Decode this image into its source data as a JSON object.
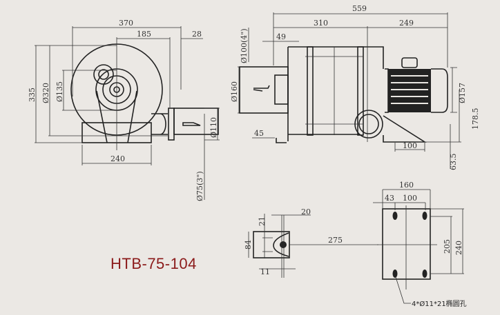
{
  "model_title": "HTB-75-104",
  "front_view": {
    "width_overall": "370",
    "half_width": "185",
    "outlet_offset": "28",
    "height_overall": "335",
    "housing_diameter": "Ø320",
    "inlet_diameter": "Ø135",
    "outlet_diameter": "Ø110",
    "base_width": "240",
    "outlet_pipe": "Ø75(3\")"
  },
  "side_view": {
    "length_overall": "559",
    "body_length": "310",
    "motor_length": "249",
    "inlet_flange": "49",
    "inlet_pipe": "Ø100(4\")",
    "inlet_diameter": "Ø160",
    "foot_offset": "45",
    "foot_width": "100",
    "motor_diameter": "Ø157",
    "center_height": "178.5",
    "outlet_height": "63.5"
  },
  "bracket_view": {
    "top_width": "20",
    "slot_height": "21",
    "height": "84",
    "thickness": "11",
    "distance": "275"
  },
  "base_plate": {
    "width": "160",
    "edge_offset": "43",
    "hole_spacing_x": "100",
    "hole_spacing_y": "205",
    "length": "240",
    "hole_note": "4*Ø11*21椭圆孔"
  }
}
